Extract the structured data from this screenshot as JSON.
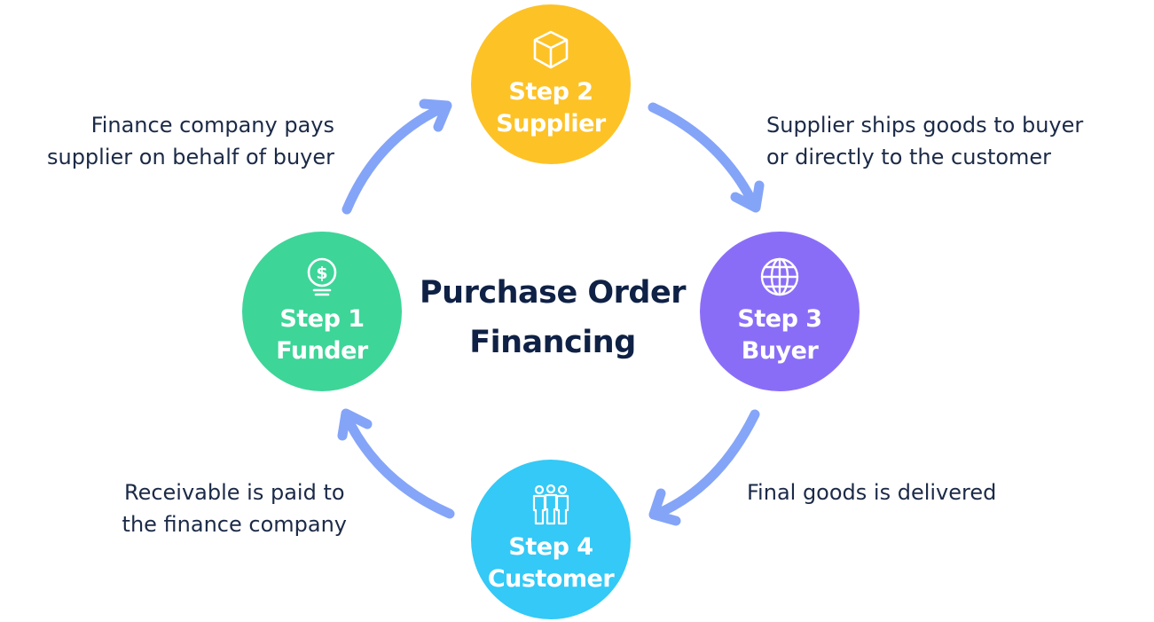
{
  "title": {
    "line1": "Purchase Order",
    "line2": "Financing"
  },
  "steps": [
    {
      "label": "Step 1",
      "name": "Funder",
      "color": "#3dd598",
      "icon": "dollar-lightbulb-icon"
    },
    {
      "label": "Step 2",
      "name": "Supplier",
      "color": "#fdc226",
      "icon": "box-icon"
    },
    {
      "label": "Step 3",
      "name": "Buyer",
      "color": "#8a6df7",
      "icon": "globe-icon"
    },
    {
      "label": "Step 4",
      "name": "Customer",
      "color": "#34c9f6",
      "icon": "people-group-icon"
    }
  ],
  "descriptions": {
    "funder_to_supplier": {
      "line1": "Finance company pays",
      "line2": "supplier on behalf of buyer"
    },
    "supplier_to_buyer": {
      "line1": "Supplier ships goods to buyer",
      "line2": "or directly to the customer"
    },
    "buyer_to_customer": {
      "line1": "Final goods is delivered"
    },
    "customer_to_funder": {
      "line1": "Receivable is paid to",
      "line2": "the finance company"
    }
  },
  "colors": {
    "arrow": "#7ea0f8",
    "text": "#1b2a47",
    "title": "#0f2145"
  }
}
